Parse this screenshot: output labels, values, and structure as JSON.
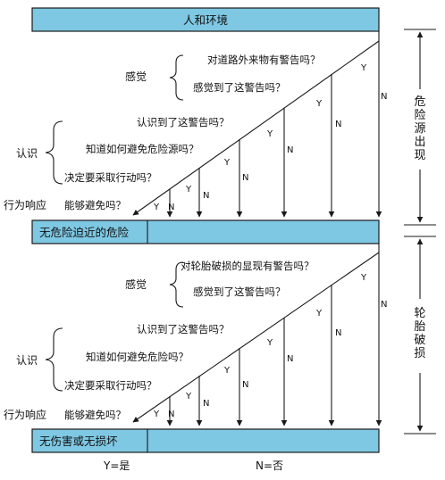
{
  "top_box": "人和环境",
  "section1": {
    "perception_label": "感觉",
    "perception_q1": "对道路外来物有警告吗？",
    "perception_q2": "感觉到了这警告吗？",
    "cognition_label": "认识",
    "cognition_q1": "认识到了这警告吗？",
    "cognition_q2": "知道如何避免危险源吗？",
    "cognition_q3": "决定要采取行动吗？",
    "response_label": "行为响应",
    "response_q": "能够避免吗？",
    "result_box": "无危险迫近的危险",
    "side_label": [
      "危",
      "险",
      "源",
      "出",
      "现"
    ]
  },
  "section2": {
    "perception_label": "感觉",
    "perception_q1": "对轮胎破损的显现有警告吗？",
    "perception_q2": "感觉到了这警告吗？",
    "cognition_label": "认识",
    "cognition_q1": "认识到了这警告吗？",
    "cognition_q2": "知道如何避免危险吗？",
    "cognition_q3": "决定要采取行动吗？",
    "response_label": "行为响应",
    "response_q": "能够避免吗？",
    "result_box": "无伤害或无损坏",
    "side_label": [
      "轮",
      "胎",
      "破",
      "损"
    ]
  },
  "yes_mark": "Y",
  "no_mark": "N",
  "legend_yes": "Y=是",
  "legend_no": "N=否"
}
